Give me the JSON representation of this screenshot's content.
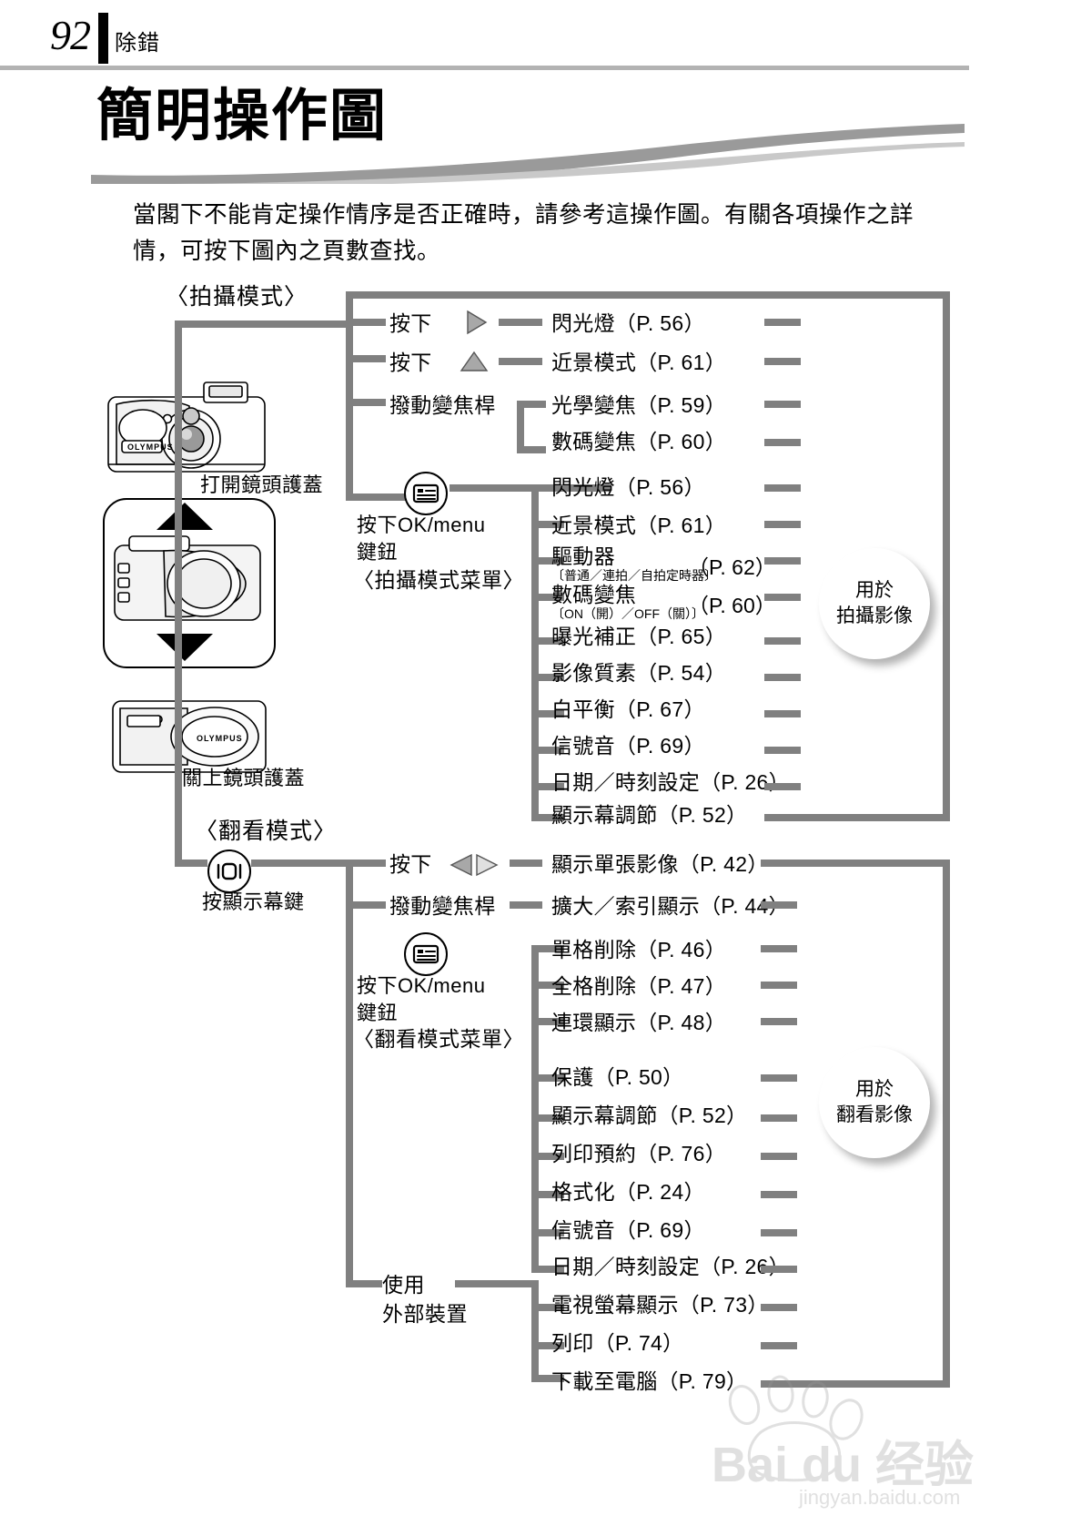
{
  "header": {
    "page_number": "92",
    "section_label": "除錯"
  },
  "title": "簡明操作圖",
  "intro": "當閣下不能肯定操作情序是否正確時，請參考這操作圖。有關各項操作之詳情，可按下圖內之頁數查找。",
  "camera_branch": {
    "shooting_mode_label": "〈拍攝模式〉",
    "open_lens_cover": "打開鏡頭護蓋",
    "close_lens_cover": "關上鏡頭護蓋",
    "playback_mode_label": "〈翻看模式〉",
    "display_button_label": "按顯示幕鍵",
    "camera_brand": "OLYMPUS"
  },
  "shooting": {
    "direct_actions": [
      {
        "action": "按下",
        "icon": "right-triangle-icon",
        "target": "閃光燈（P. 56）"
      },
      {
        "action": "按下",
        "icon": "up-triangle-icon",
        "target": "近景模式（P. 61）"
      },
      {
        "action": "撥動變焦桿",
        "icon": "",
        "target": "光學變焦（P. 59）"
      }
    ],
    "zoom_second": "數碼變焦（P. 60）",
    "menu_button": {
      "icon": "menu-icon",
      "line1": "按下OK/menu",
      "line2": "鍵鈕",
      "line3": "〈拍攝模式菜單〉"
    },
    "menu_items": [
      {
        "name": "閃光燈（P. 56）",
        "sub": "",
        "page": ""
      },
      {
        "name": "近景模式（P. 61）",
        "sub": "",
        "page": ""
      },
      {
        "name": "驅動器",
        "sub": "〔普通／連拍／自拍定時器〕",
        "page": "（P. 62）"
      },
      {
        "name": "數碼變焦",
        "sub": "〔ON（開）／OFF（關）〕",
        "page": "（P. 60）"
      },
      {
        "name": "曝光補正（P. 65）",
        "sub": "",
        "page": ""
      },
      {
        "name": "影像質素（P. 54）",
        "sub": "",
        "page": ""
      },
      {
        "name": "白平衡（P. 67）",
        "sub": "",
        "page": ""
      },
      {
        "name": "信號音（P. 69）",
        "sub": "",
        "page": ""
      },
      {
        "name": "日期／時刻設定（P. 26）",
        "sub": "",
        "page": ""
      },
      {
        "name": "顯示幕調節（P. 52）",
        "sub": "",
        "page": ""
      }
    ],
    "bubble": {
      "line1": "用於",
      "line2": "拍攝影像"
    }
  },
  "playback": {
    "direct_actions": [
      {
        "action": "按下",
        "icon": "left-right-triangle-icon",
        "target": "顯示單張影像（P. 42）"
      },
      {
        "action": "撥動變焦桿",
        "icon": "",
        "target": "擴大／索引顯示（P. 44）"
      }
    ],
    "menu_button": {
      "icon": "menu-icon",
      "line1": "按下OK/menu",
      "line2": "鍵鈕",
      "line3": "〈翻看模式菜單〉"
    },
    "menu_items": [
      "單格削除（P. 46）",
      "全格削除（P. 47）",
      "連環顯示（P. 48）",
      "保護（P. 50）",
      "顯示幕調節（P. 52）",
      "列印預約（P. 76）",
      "格式化（P. 24）",
      "信號音（P. 69）",
      "日期／時刻設定（P. 26）"
    ],
    "external": {
      "line1": "使用",
      "line2": "外部裝置",
      "items": [
        "電視螢幕顯示（P. 73）",
        "列印（P. 74）",
        "下載至電腦（P. 79）"
      ]
    },
    "bubble": {
      "line1": "用於",
      "line2": "翻看影像"
    }
  },
  "watermark": {
    "main": "Bai du 经验",
    "sub": "jingyan.baidu.com"
  },
  "colors": {
    "line": "#808080",
    "rule": "#b3b3b3",
    "text": "#000000"
  }
}
